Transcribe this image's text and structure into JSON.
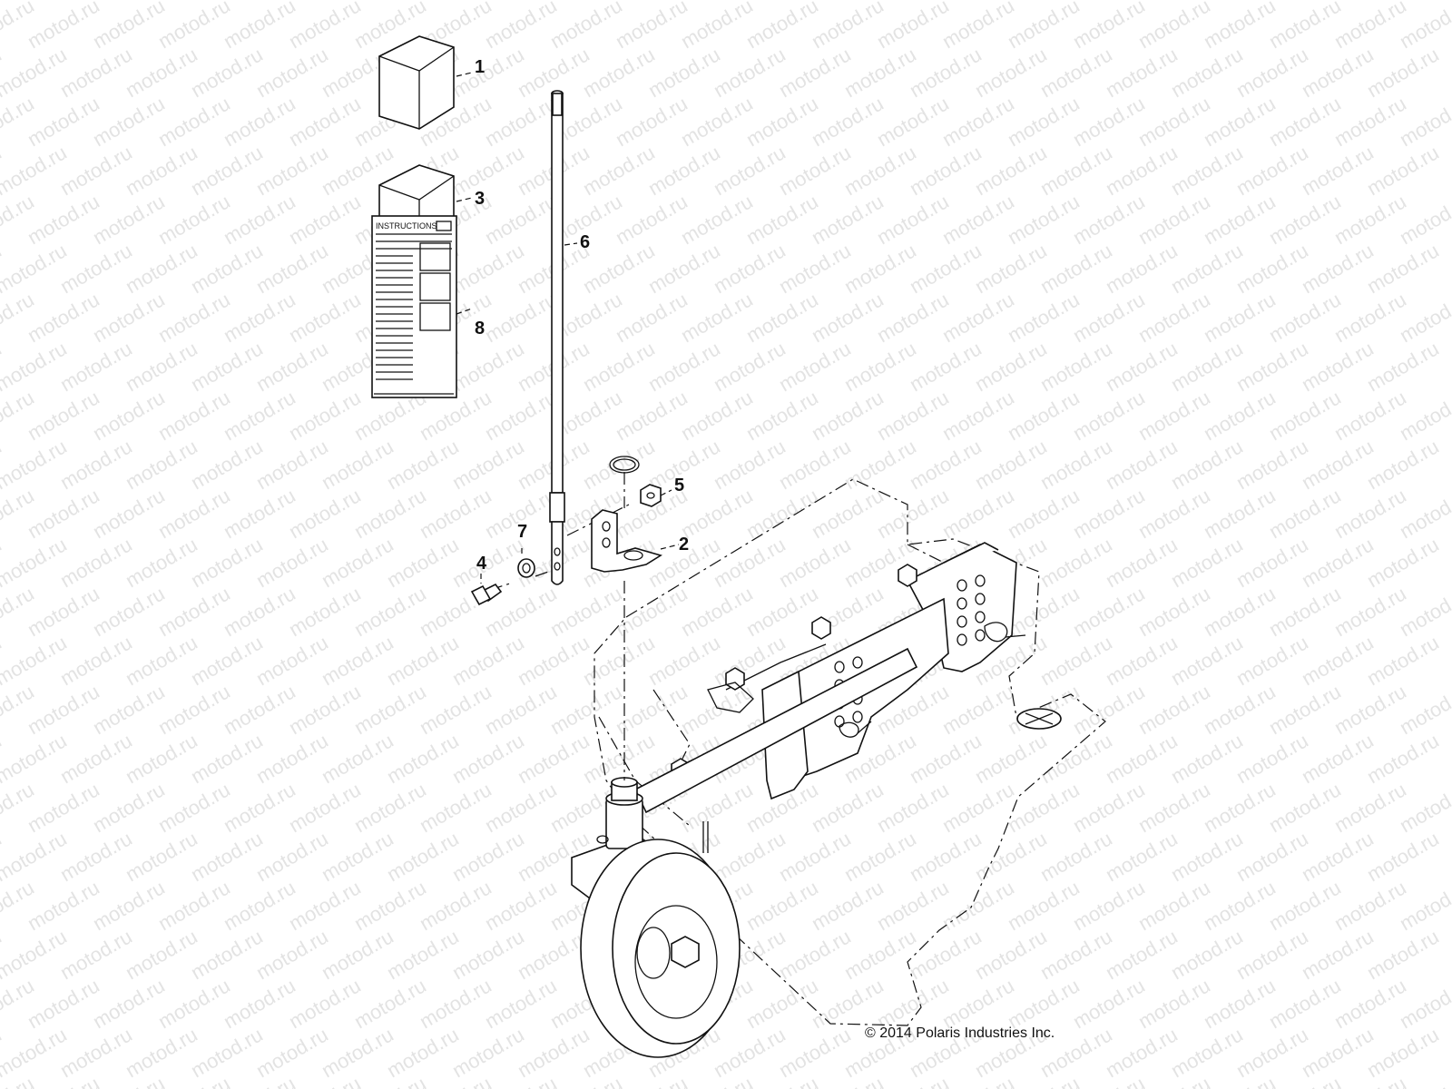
{
  "watermark_text": "motod.ru",
  "copyright": "© 2014 Polaris Industries Inc.",
  "instructions_label": "INSTRUCTIONS",
  "callouts": [
    "1",
    "2",
    "3",
    "4",
    "5",
    "6",
    "7",
    "8"
  ]
}
